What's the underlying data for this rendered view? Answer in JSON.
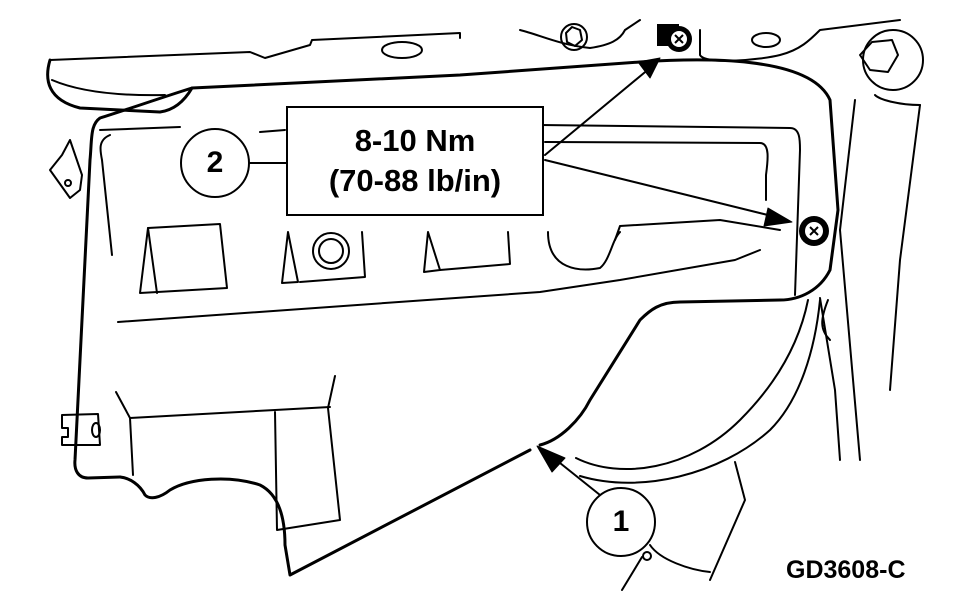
{
  "figure": {
    "id": "GD3608-C",
    "description": "Line drawing of a cover panel with two bolts and torque specification callout",
    "colors": {
      "line": "#000000",
      "background": "#ffffff"
    }
  },
  "callouts": [
    {
      "number": "1",
      "target": "panel lower edge"
    },
    {
      "number": "2",
      "target": "bolts"
    }
  ],
  "torque_spec": {
    "metric": "8-10 Nm",
    "imperial": "(70-88 lb/in)"
  },
  "icons": [
    "bolt-icon",
    "bolt-icon",
    "nut-icon",
    "arrow-icon"
  ]
}
